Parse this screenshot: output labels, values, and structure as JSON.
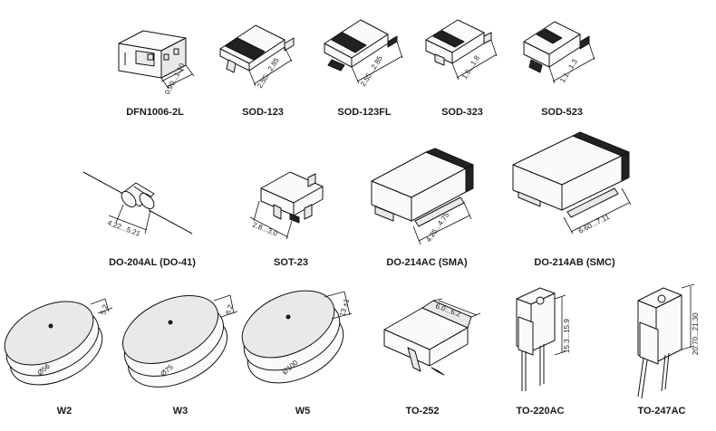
{
  "packages": [
    {
      "id": "dfn1006",
      "name": "DFN1006-2L",
      "dimension": "0.90...1.10"
    },
    {
      "id": "sod123",
      "name": "SOD-123",
      "dimension": "2.55...2.85"
    },
    {
      "id": "sod123fl",
      "name": "SOD-123FL",
      "dimension": "2.55...2.85"
    },
    {
      "id": "sod323",
      "name": "SOD-323",
      "dimension": "1.6...1.8"
    },
    {
      "id": "sod523",
      "name": "SOD-523",
      "dimension": "1.1...1.3"
    },
    {
      "id": "do204al",
      "name": "DO-204AL (DO-41)",
      "dimension": "4.22...5.21"
    },
    {
      "id": "sot23",
      "name": "SOT-23",
      "dimension": "2.8...3.0"
    },
    {
      "id": "do214ac",
      "name": "DO-214AC (SMA)",
      "dimension": "4.25...4.75"
    },
    {
      "id": "do214ab",
      "name": "DO-214AB (SMC)",
      "dimension": "6.60...7.11"
    },
    {
      "id": "w2",
      "name": "W2",
      "dimension": "5.2",
      "diameter": "Ø56"
    },
    {
      "id": "w3",
      "name": "W3",
      "dimension": "8.2",
      "diameter": "Ø75"
    },
    {
      "id": "w5",
      "name": "W5",
      "dimension": "13 ±1",
      "diameter": "Ø100"
    },
    {
      "id": "to252",
      "name": "TO-252",
      "dimension": "6.0...6.2"
    },
    {
      "id": "to220ac",
      "name": "TO-220AC",
      "dimension": "15.3...15.9"
    },
    {
      "id": "to247ac",
      "name": "TO-247AC",
      "dimension": "20.70...21.30"
    }
  ]
}
